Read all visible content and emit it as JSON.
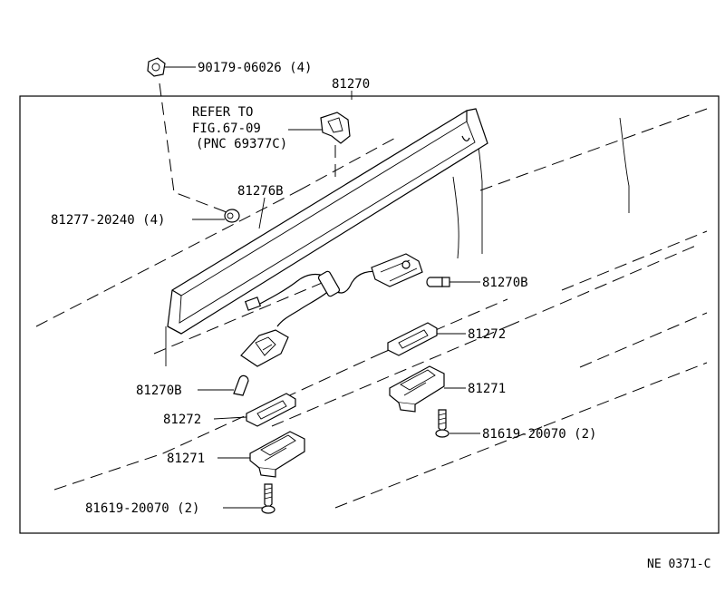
{
  "labels": {
    "nut": "90179-06026 (4)",
    "assembly": "81270",
    "refer1": "REFER TO",
    "refer2": "FIG.67-09",
    "refer3": "(PNC 69377C)",
    "lens": "81276B",
    "washer": "81277-20240 (4)",
    "bulb_right": "81270B",
    "bulb_left": "81270B",
    "gasket_right": "81272",
    "gasket_left": "81272",
    "housing_right": "81271",
    "housing_left": "81271",
    "screw_right": "81619-20070 (2)",
    "screw_left": "81619-20070 (2)",
    "figure_code": "NE 0371-C"
  }
}
